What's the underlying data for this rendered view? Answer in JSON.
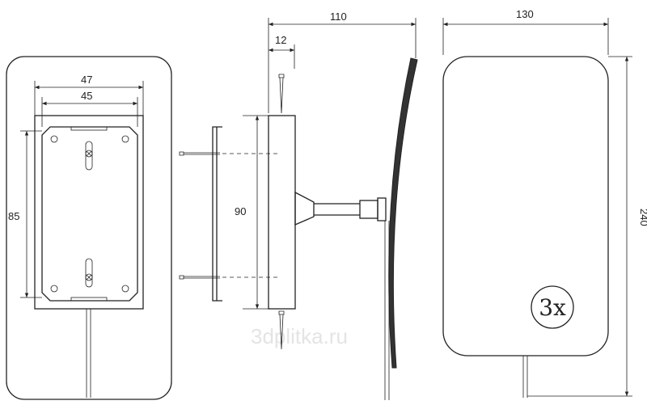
{
  "diagram": {
    "dimensions": {
      "plate_outer_width": "47",
      "plate_inner_width": "45",
      "plate_height": "85",
      "base_height": "90",
      "projection": "110",
      "base_depth": "12",
      "mirror_width": "130",
      "mirror_height": "240"
    },
    "magnification_badge": "3x",
    "watermark": "3dplitka.ru"
  }
}
